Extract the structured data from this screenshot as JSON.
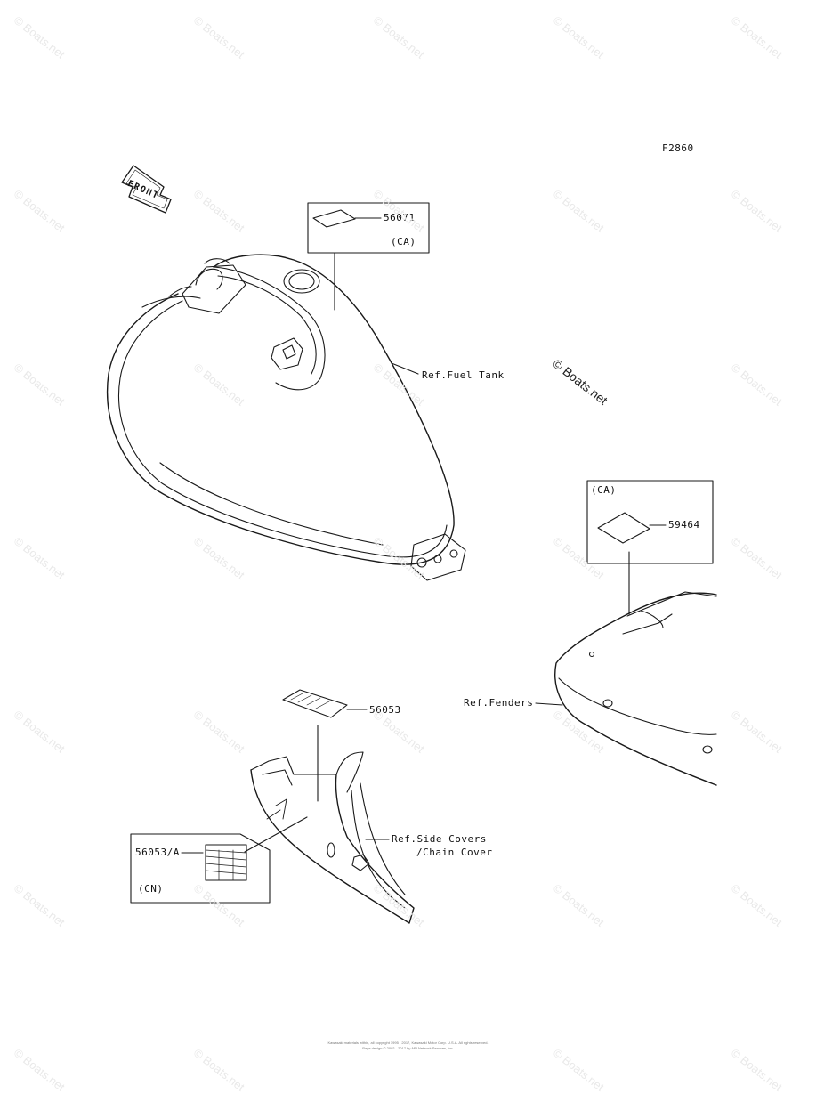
{
  "diagram": {
    "figure_code": "F2860",
    "front_label": "FRONT",
    "parts": [
      {
        "part_number": "56071",
        "variant": "(CA)"
      },
      {
        "part_number": "59464",
        "variant": "(CA)"
      },
      {
        "part_number": "56053"
      },
      {
        "part_number": "56053/A",
        "variant": "(CN)"
      }
    ],
    "references": {
      "fuel_tank": "Ref.Fuel Tank",
      "fenders": "Ref.Fenders",
      "side_covers_line1": "Ref.Side Covers",
      "side_covers_line2": "/Chain Cover"
    }
  },
  "watermark": {
    "main": "© Boats.net",
    "repeat": "© Boats.net"
  },
  "footer": {
    "line1": "Kawasaki materials within, all copyright 1995 - 2017, Kawasaki Motor Corp. U.S.A. All rights reserved.",
    "line2": "Page design © 2002 - 2017 by ARI Network Services, Inc."
  }
}
